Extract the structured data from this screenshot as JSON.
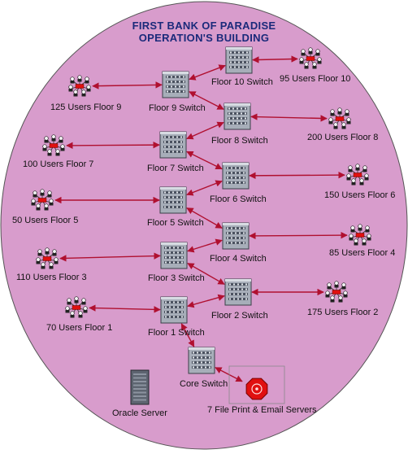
{
  "title": {
    "line1": "FIRST BANK OF PARADISE",
    "line2": "OPERATION'S BUILDING"
  },
  "colors": {
    "background": "#d89ccc",
    "link": "#b01030",
    "title": "#1a2a7a",
    "server_red": "#e01010"
  },
  "icons": {
    "switch": "network-switch-icon",
    "users": "user-group-icon",
    "oracle": "server-tower-icon",
    "file_servers": "server-octagon-icon"
  },
  "nodes": {
    "floor10_switch": "Floor 10 Switch",
    "floor9_switch": "Floor 9 Switch",
    "floor8_switch": "Floor 8 Switch",
    "floor7_switch": "Floor 7 Switch",
    "floor6_switch": "Floor 6 Switch",
    "floor5_switch": "Floor 5 Switch",
    "floor4_switch": "Floor 4 Switch",
    "floor3_switch": "Floor 3 Switch",
    "floor2_switch": "Floor 2 Switch",
    "floor1_switch": "Floor 1 Switch",
    "core_switch": "Core Switch",
    "users10": "95 Users Floor 10",
    "users9": "125 Users Floor 9",
    "users8": "200 Users Floor 8",
    "users7": "100 Users Floor 7",
    "users6": "150 Users Floor 6",
    "users5": "50 Users Floor 5",
    "users4": "85 Users Floor 4",
    "users3": "110 Users Floor 3",
    "users2": "175 Users Floor 2",
    "users1": "70 Users Floor 1",
    "oracle": "Oracle Server",
    "file_servers": "7 File Print & Email Servers"
  },
  "links": [
    [
      "floor10_switch",
      "users10"
    ],
    [
      "floor10_switch",
      "floor9_switch"
    ],
    [
      "floor9_switch",
      "users9"
    ],
    [
      "floor9_switch",
      "floor8_switch"
    ],
    [
      "floor8_switch",
      "users8"
    ],
    [
      "floor8_switch",
      "floor7_switch"
    ],
    [
      "floor7_switch",
      "users7"
    ],
    [
      "floor7_switch",
      "floor6_switch"
    ],
    [
      "floor6_switch",
      "users6"
    ],
    [
      "floor6_switch",
      "floor5_switch"
    ],
    [
      "floor5_switch",
      "users5"
    ],
    [
      "floor5_switch",
      "floor4_switch"
    ],
    [
      "floor4_switch",
      "users4"
    ],
    [
      "floor4_switch",
      "floor3_switch"
    ],
    [
      "floor3_switch",
      "users3"
    ],
    [
      "floor3_switch",
      "floor2_switch"
    ],
    [
      "floor2_switch",
      "users2"
    ],
    [
      "floor2_switch",
      "floor1_switch"
    ],
    [
      "floor1_switch",
      "users1"
    ],
    [
      "floor1_switch",
      "core_switch"
    ],
    [
      "core_switch",
      "file_servers"
    ]
  ]
}
